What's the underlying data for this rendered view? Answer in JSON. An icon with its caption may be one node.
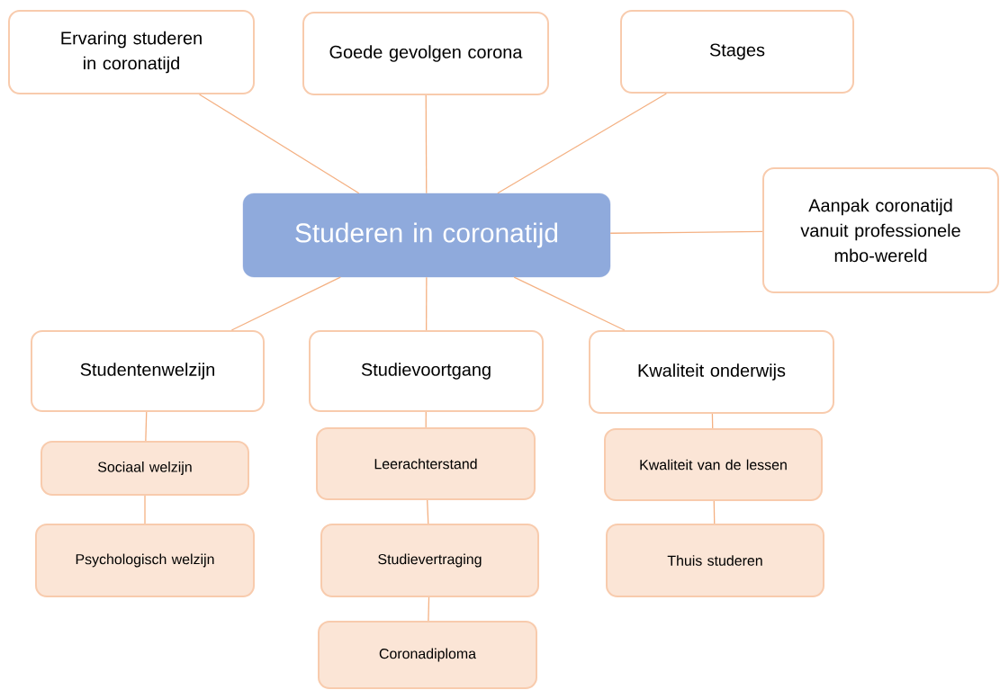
{
  "diagram": {
    "nodes": [
      {
        "text": [
          "Studeren in coronatijd"
        ]
      },
      {
        "text": [
          "Ervaring studeren in coronatijd"
        ]
      },
      {
        "text": [
          "Goede gevolgen corona"
        ]
      },
      {
        "text": [
          "Stages"
        ]
      },
      {
        "text": [
          "Aanpak coronatijd vanuit professionele mbo-wereld"
        ]
      },
      {
        "text": [
          "Studentenwelzijn"
        ]
      },
      {
        "text": [
          "Studievoortgang"
        ]
      },
      {
        "text": [
          "Kwaliteit onderwijs"
        ]
      },
      {
        "text": [
          "Sociaal welzijn"
        ]
      },
      {
        "text": [
          "Psychologisch welzijn"
        ]
      },
      {
        "text": [
          "Leerachterstand"
        ]
      },
      {
        "text": [
          "Studievertraging"
        ]
      },
      {
        "text": [
          "Coronadiploma"
        ]
      },
      {
        "text": [
          "Kwaliteit van de lessen"
        ]
      },
      {
        "text": [
          "Thuis studeren"
        ]
      }
    ],
    "edges": [
      {
        "from": 0,
        "to": 1,
        "arrow": "none"
      },
      {
        "from": 0,
        "to": 2,
        "arrow": "none"
      },
      {
        "from": 0,
        "to": 3,
        "arrow": "none"
      },
      {
        "from": 0,
        "to": 4,
        "arrow": "none"
      },
      {
        "from": 0,
        "to": 5,
        "arrow": "none"
      },
      {
        "from": 0,
        "to": 6,
        "arrow": "none"
      },
      {
        "from": 0,
        "to": 7,
        "arrow": "none"
      },
      {
        "from": 5,
        "to": 8,
        "arrow": "none"
      },
      {
        "from": 8,
        "to": 9,
        "arrow": "none"
      },
      {
        "from": 6,
        "to": 10,
        "arrow": "none"
      },
      {
        "from": 10,
        "to": 11,
        "arrow": "none"
      },
      {
        "from": 11,
        "to": 12,
        "arrow": "none"
      },
      {
        "from": 7,
        "to": 13,
        "arrow": "none"
      },
      {
        "from": 13,
        "to": 14,
        "arrow": "none"
      }
    ]
  }
}
